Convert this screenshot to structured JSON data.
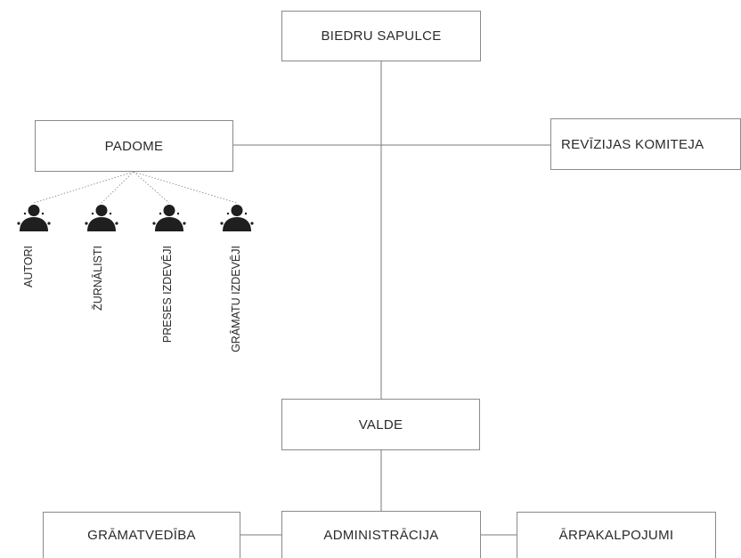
{
  "diagram": {
    "nodes": {
      "biedru_sapulce": "BIEDRU SAPULCE",
      "padome": "PADOME",
      "revizijas_komiteja": "REVĪZIJAS KOMITEJA",
      "valde": "VALDE",
      "gramatvediba": "GRĀMATVEDĪBA",
      "administracija": "ADMINISTRĀCIJA",
      "arpakalpojumi": "ĀRPAKALPOJUMI"
    },
    "members": [
      {
        "label": "AUTORI",
        "icon": "person-icon"
      },
      {
        "label": "ŽURNĀLISTI",
        "icon": "person-icon"
      },
      {
        "label": "PRESES IZDEVĒJI",
        "icon": "person-icon"
      },
      {
        "label": "GRĀMATU IZDEVĒJI",
        "icon": "person-icon"
      }
    ],
    "colors": {
      "line": "#7a7a7a",
      "box_border": "#8a8a8a",
      "icon": "#1f1f1f"
    }
  }
}
